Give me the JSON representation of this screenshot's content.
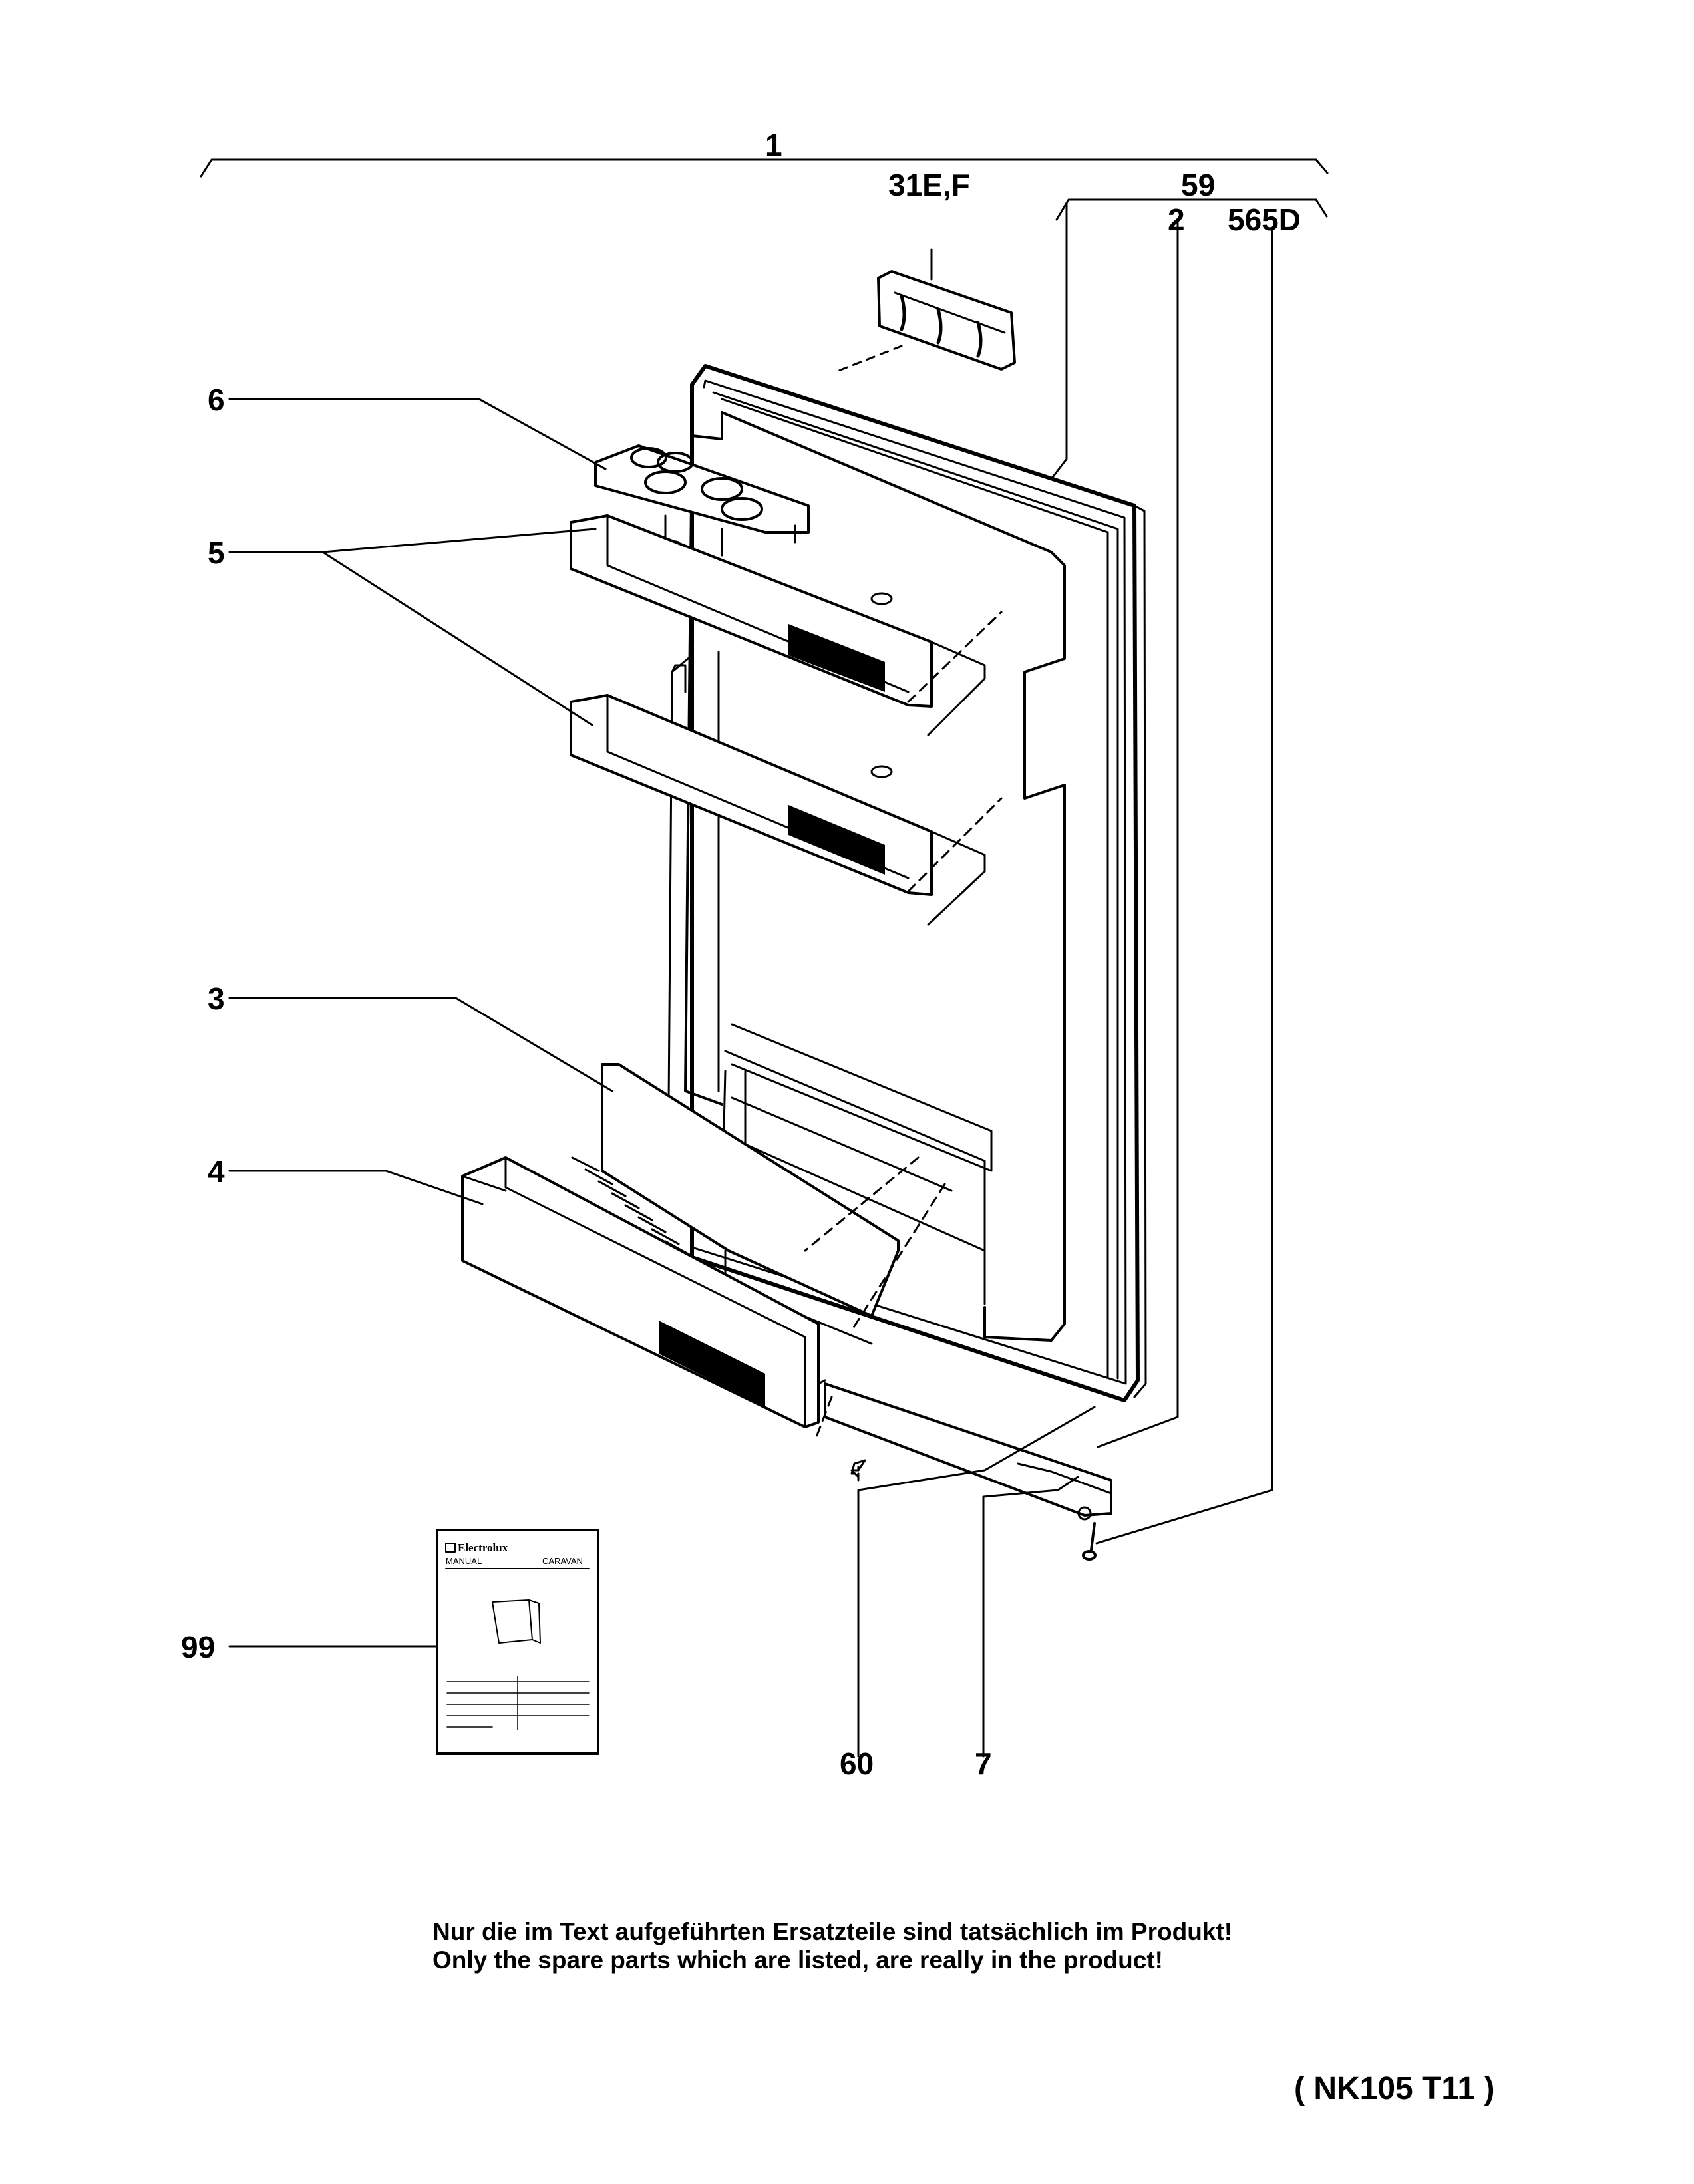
{
  "labels": {
    "l1": "1",
    "l31": "31E,F",
    "l59": "59",
    "l2": "2",
    "l565": "565D",
    "l6": "6",
    "l5": "5",
    "l3": "3",
    "l4": "4",
    "l99": "99",
    "l60": "60",
    "l7": "7"
  },
  "manual": {
    "brand": "Electrolux",
    "left": "MANUAL",
    "right": "CARAVAN"
  },
  "notes": {
    "de": "Nur die im Text aufgeführten Ersatzteile sind tatsächlich im Produkt!",
    "en": "Only the spare parts which are listed, are really in the product!"
  },
  "reference": "( NK105  T11 )"
}
